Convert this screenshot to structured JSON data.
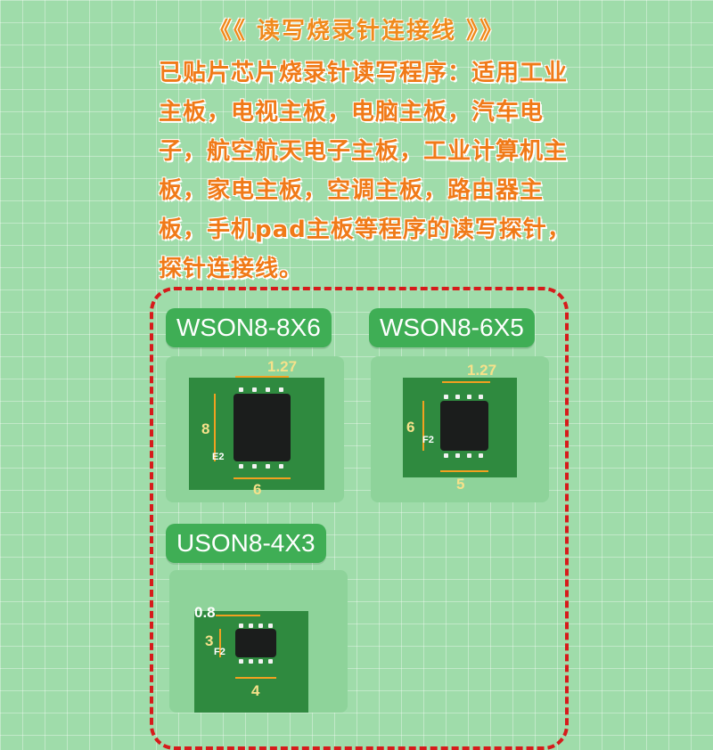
{
  "header": {
    "title": "《《 读写烧录针连接线 》》",
    "description": "已贴片芯片烧录针读写程序：适用工业主板，电视主板，电脑主板，汽车电子，航空航天电子主板，工业计算机主板，家电主板，空调主板，路由器主板，手机pad主板等程序的读写探针，探针连接线。"
  },
  "packages": [
    {
      "name": "WSON8-8X6",
      "pitch": "1.27",
      "height_dim": "8",
      "width_dim": "6",
      "pad_mark": "E2"
    },
    {
      "name": "WSON8-6X5",
      "pitch": "1.27",
      "height_dim": "6",
      "width_dim": "5",
      "pad_mark": "F2"
    },
    {
      "name": "USON8-4X3",
      "pitch": "0.8",
      "height_dim": "3",
      "width_dim": "4",
      "pad_mark": "F2"
    }
  ],
  "colors": {
    "accent": "#f07a18",
    "frame": "#d61b1b",
    "label_bg": "#3fae55",
    "pcb": "#2f8a3f"
  }
}
